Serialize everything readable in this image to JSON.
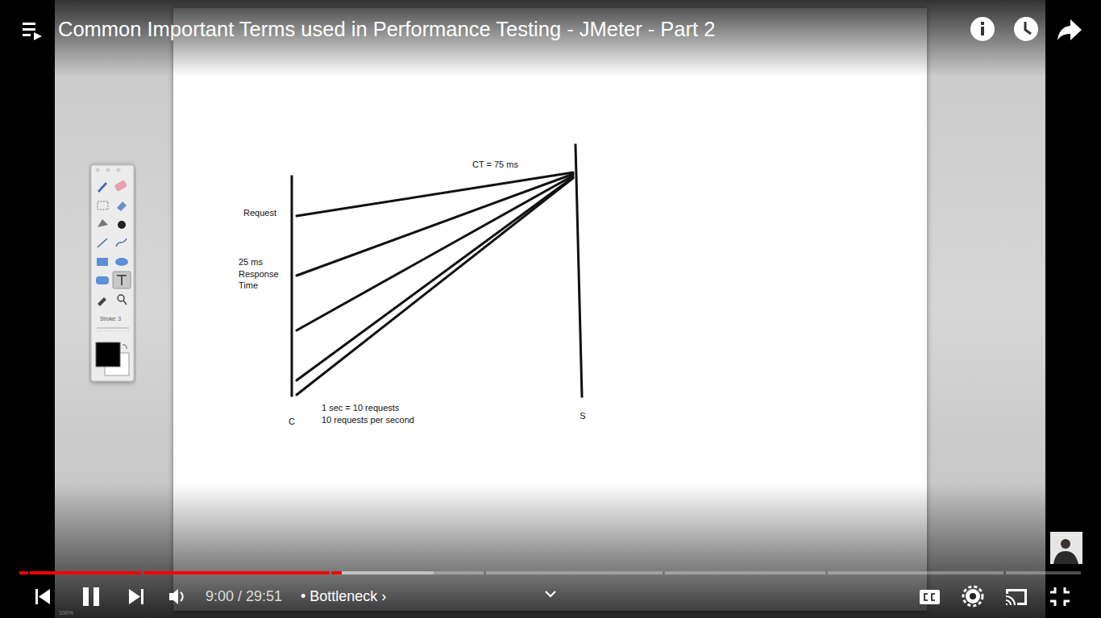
{
  "diagram": {
    "title": "Common Important Terms used in Performance Testing - JMeter - Part 2",
    "nodes": [
      {
        "text": [
          "C"
        ]
      },
      {
        "text": [
          "S"
        ]
      }
    ],
    "edges": [
      {
        "from": 0,
        "to": 1,
        "arrow": "none"
      },
      {
        "from": 0,
        "to": 1,
        "arrow": "none"
      },
      {
        "from": 0,
        "to": 1,
        "arrow": "none"
      },
      {
        "from": 0,
        "to": 1,
        "arrow": "none"
      },
      {
        "from": 0,
        "to": 1,
        "arrow": "none"
      }
    ],
    "labels": [
      "CT = 75 ms",
      "Request",
      "25 ms Response Time",
      "1 sec = 10 requests",
      "10 requests per second",
      "Stroke: 3",
      "9:00 / 29:51",
      "• Bottleneck ›",
      "100%"
    ]
  }
}
